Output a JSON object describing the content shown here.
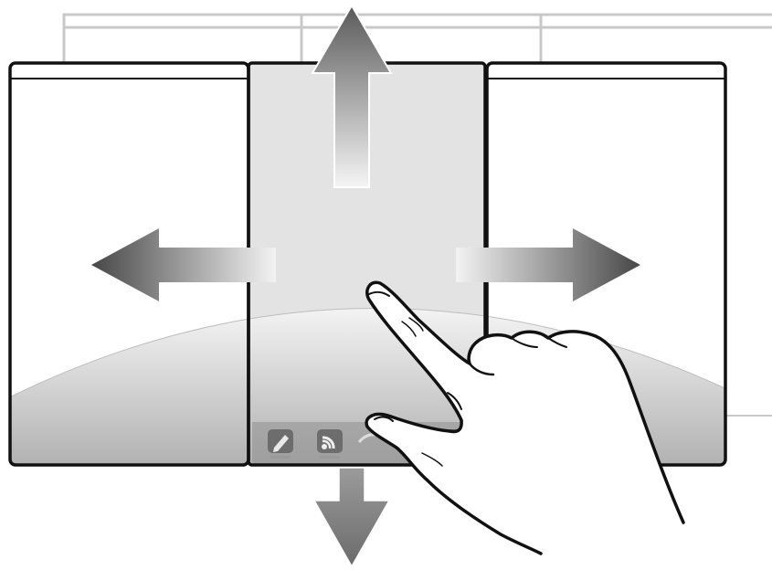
{
  "diagram": {
    "description_visible_text": "",
    "panels": [
      "left-screen",
      "center-screen",
      "right-screen"
    ],
    "arrows": [
      "up",
      "down",
      "left",
      "right"
    ],
    "dock_icons": [
      "pencil-icon",
      "rss-icon",
      "mail-icon"
    ],
    "colors": {
      "outline": "#111111",
      "ghost_outline": "#c8c8c8",
      "center_panel": "#e3e3e3",
      "arrow_dark": "#4a4a4a",
      "arrow_light": "#f2f2f2",
      "arc_light": "#f4f4f4",
      "arc_dark": "#a9a9a9"
    }
  }
}
